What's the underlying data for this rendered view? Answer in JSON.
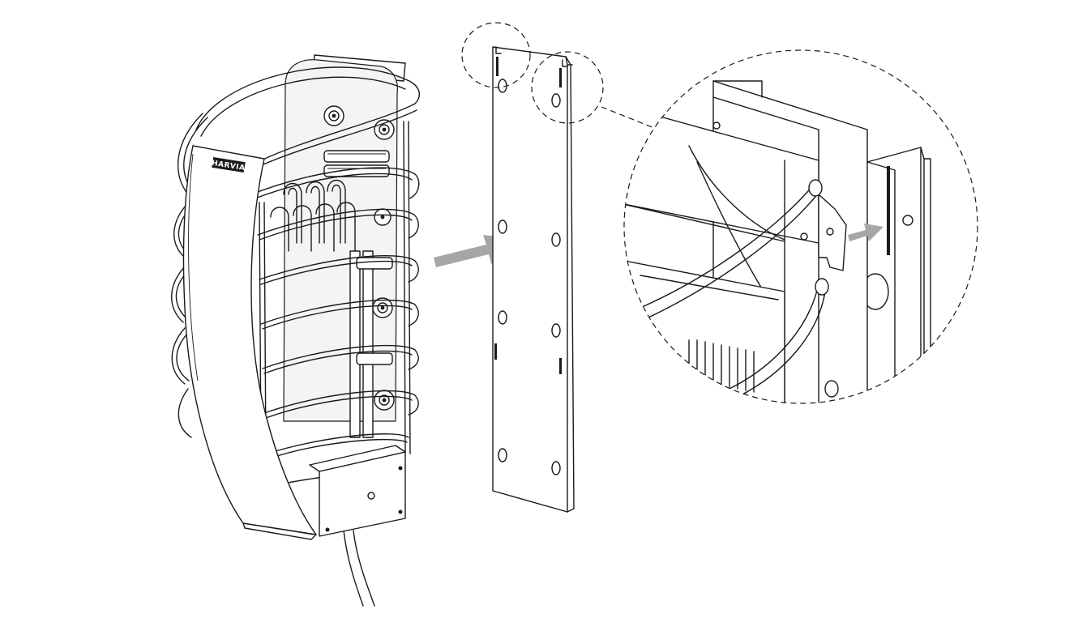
{
  "figure": {
    "brand_plate_text": "HARVIA",
    "colors": {
      "line": "#1a1a1a",
      "arrow": "#a6a6a6",
      "background": "#ffffff"
    },
    "parts": [
      "sauna-heater",
      "mounting-rail",
      "detail-magnifier"
    ],
    "arrows": [
      "heater-to-rail-arrow",
      "hook-into-slot-arrow"
    ]
  }
}
